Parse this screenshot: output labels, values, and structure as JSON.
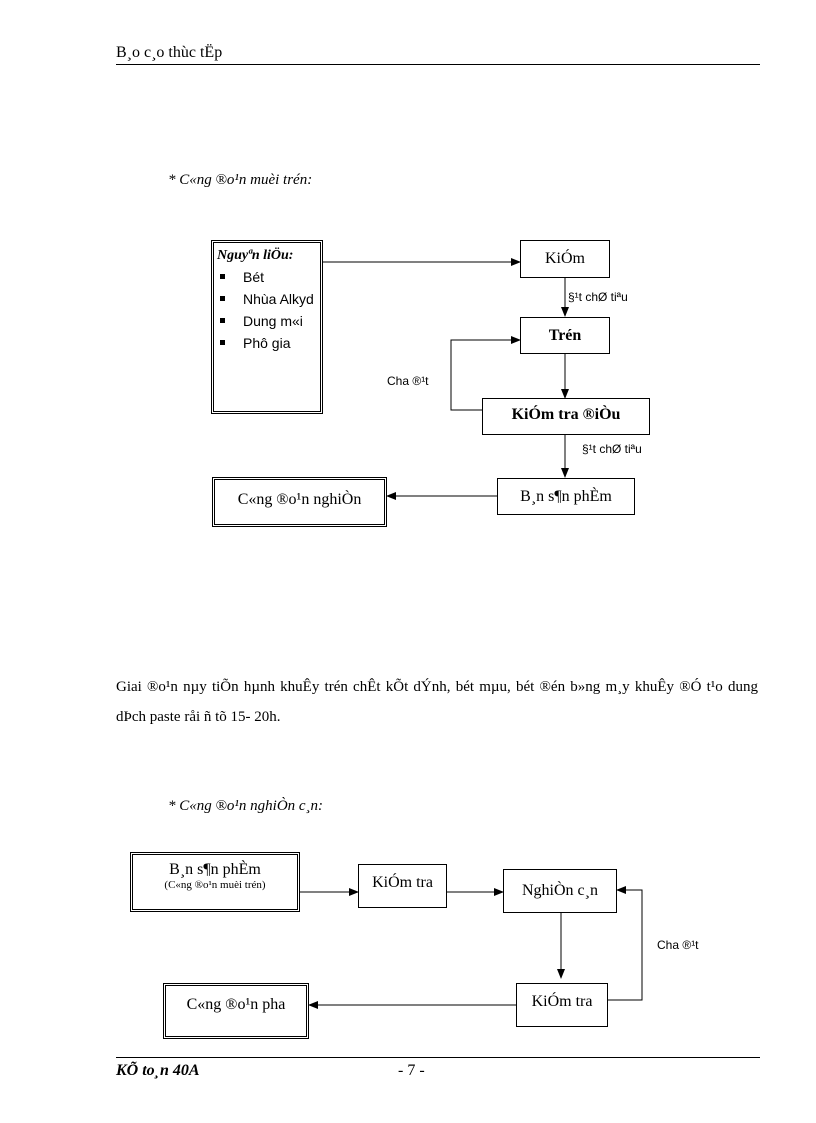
{
  "header": {
    "title": "B¸o c¸o thùc tËp"
  },
  "section1": {
    "title": "* C«ng ®o¹n muèi trén:",
    "materials": {
      "heading": "Nguyªn liÖu:",
      "items": [
        "Bét",
        "Nhùa Alkyd",
        "Dung m«i",
        "Phô gia"
      ]
    },
    "boxes": {
      "kiem": "KiÓm",
      "tron": "Trén",
      "kiem_tra_deu": "KiÓm tra ®iÒu",
      "ban_thanh_pham": "B¸n s¶n phÈm",
      "cong_doan_nghien": "C«ng ®o¹n nghiÒn"
    },
    "labels": {
      "dat_chi_tieu_1": "§¹t chØ tiªu",
      "dat_chi_tieu_2": "§¹t chØ tiªu",
      "chua_dat": "Cha ®¹t"
    }
  },
  "paragraph": "Giai ®o¹n nµy tiÕn hµnh khuÊy trén chÊt kÕt dÝnh, bét mµu, bét ®én b»ng m¸y khuÊy ®Ó t¹o dung dÞch paste råi ñ tõ 15- 20h.",
  "section2": {
    "title": "* C«ng ®o¹n nghiÒn c¸n:",
    "boxes": {
      "ban_thanh_pham": "B¸n s¶n phÈm",
      "ban_thanh_pham_sub": "(C«ng ®o¹n muèi trén)",
      "kiem_tra_1": "KiÓm tra",
      "nghien_can": "NghiÒn c¸n",
      "kiem_tra_2": "KiÓm tra",
      "cong_doan_pha": "C«ng ®o¹n pha"
    },
    "labels": {
      "chua_dat": "Cha ®¹t"
    }
  },
  "footer": {
    "left": "KÕ to¸n 40A",
    "page": "- 7 -"
  }
}
